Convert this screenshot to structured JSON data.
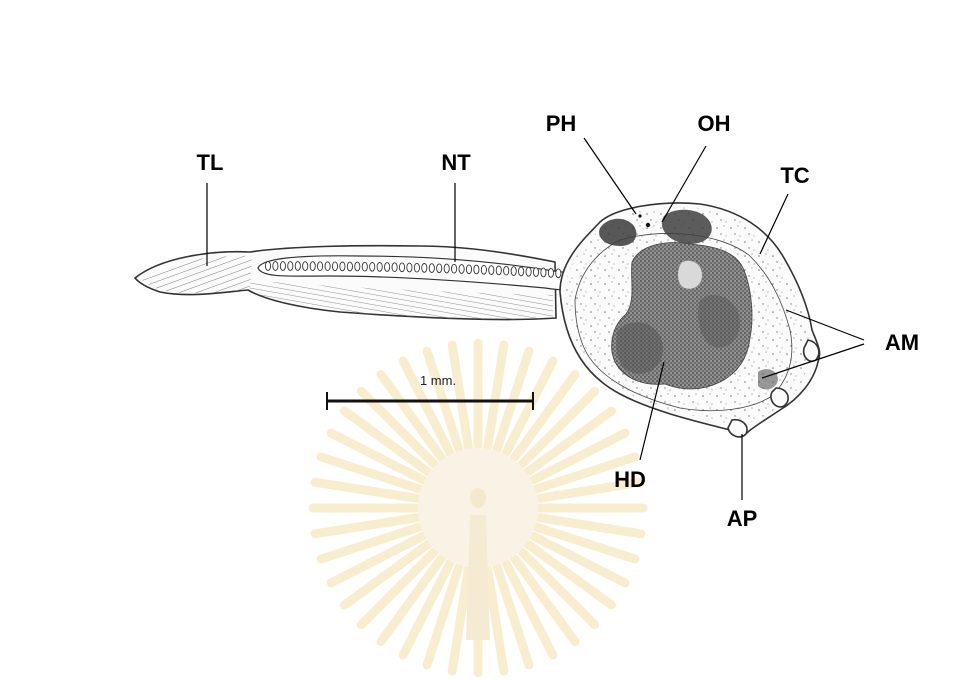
{
  "labels": {
    "tl": "TL",
    "nt": "NT",
    "ph": "PH",
    "oh": "OH",
    "tc": "TC",
    "am": "AM",
    "hd": "HD",
    "ap": "AP"
  },
  "scale_bar": {
    "label": "1 mm."
  },
  "colors": {
    "background": "#ffffff",
    "ink": "#000000",
    "watermark": "#f3dfa8"
  },
  "icons": {
    "watermark": "university-seal-icon"
  }
}
